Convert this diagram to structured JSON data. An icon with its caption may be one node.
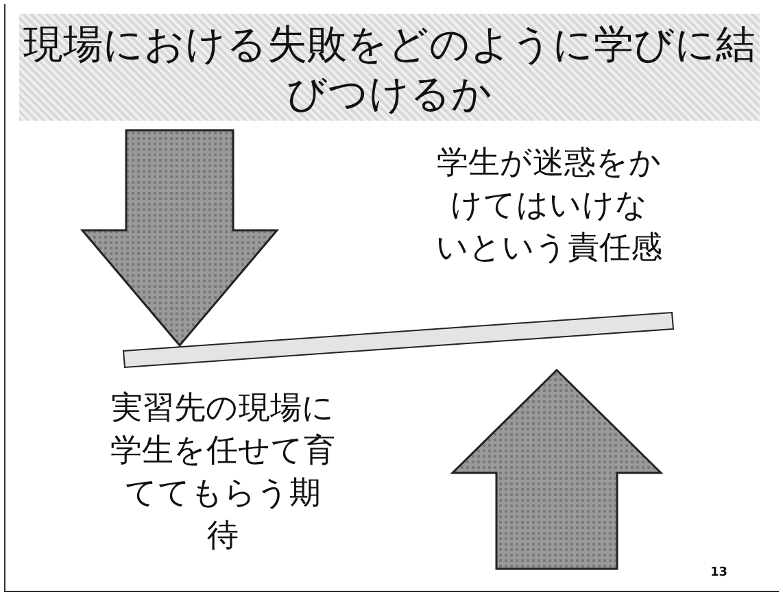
{
  "diagram": {
    "title": "現場における失敗をどのように学びに結びつけるか",
    "labels": [
      "学生が迷惑をかけてはいけないという責任感",
      "実習先の現場に学生を任せて育ててもらう期待",
      "13"
    ]
  }
}
